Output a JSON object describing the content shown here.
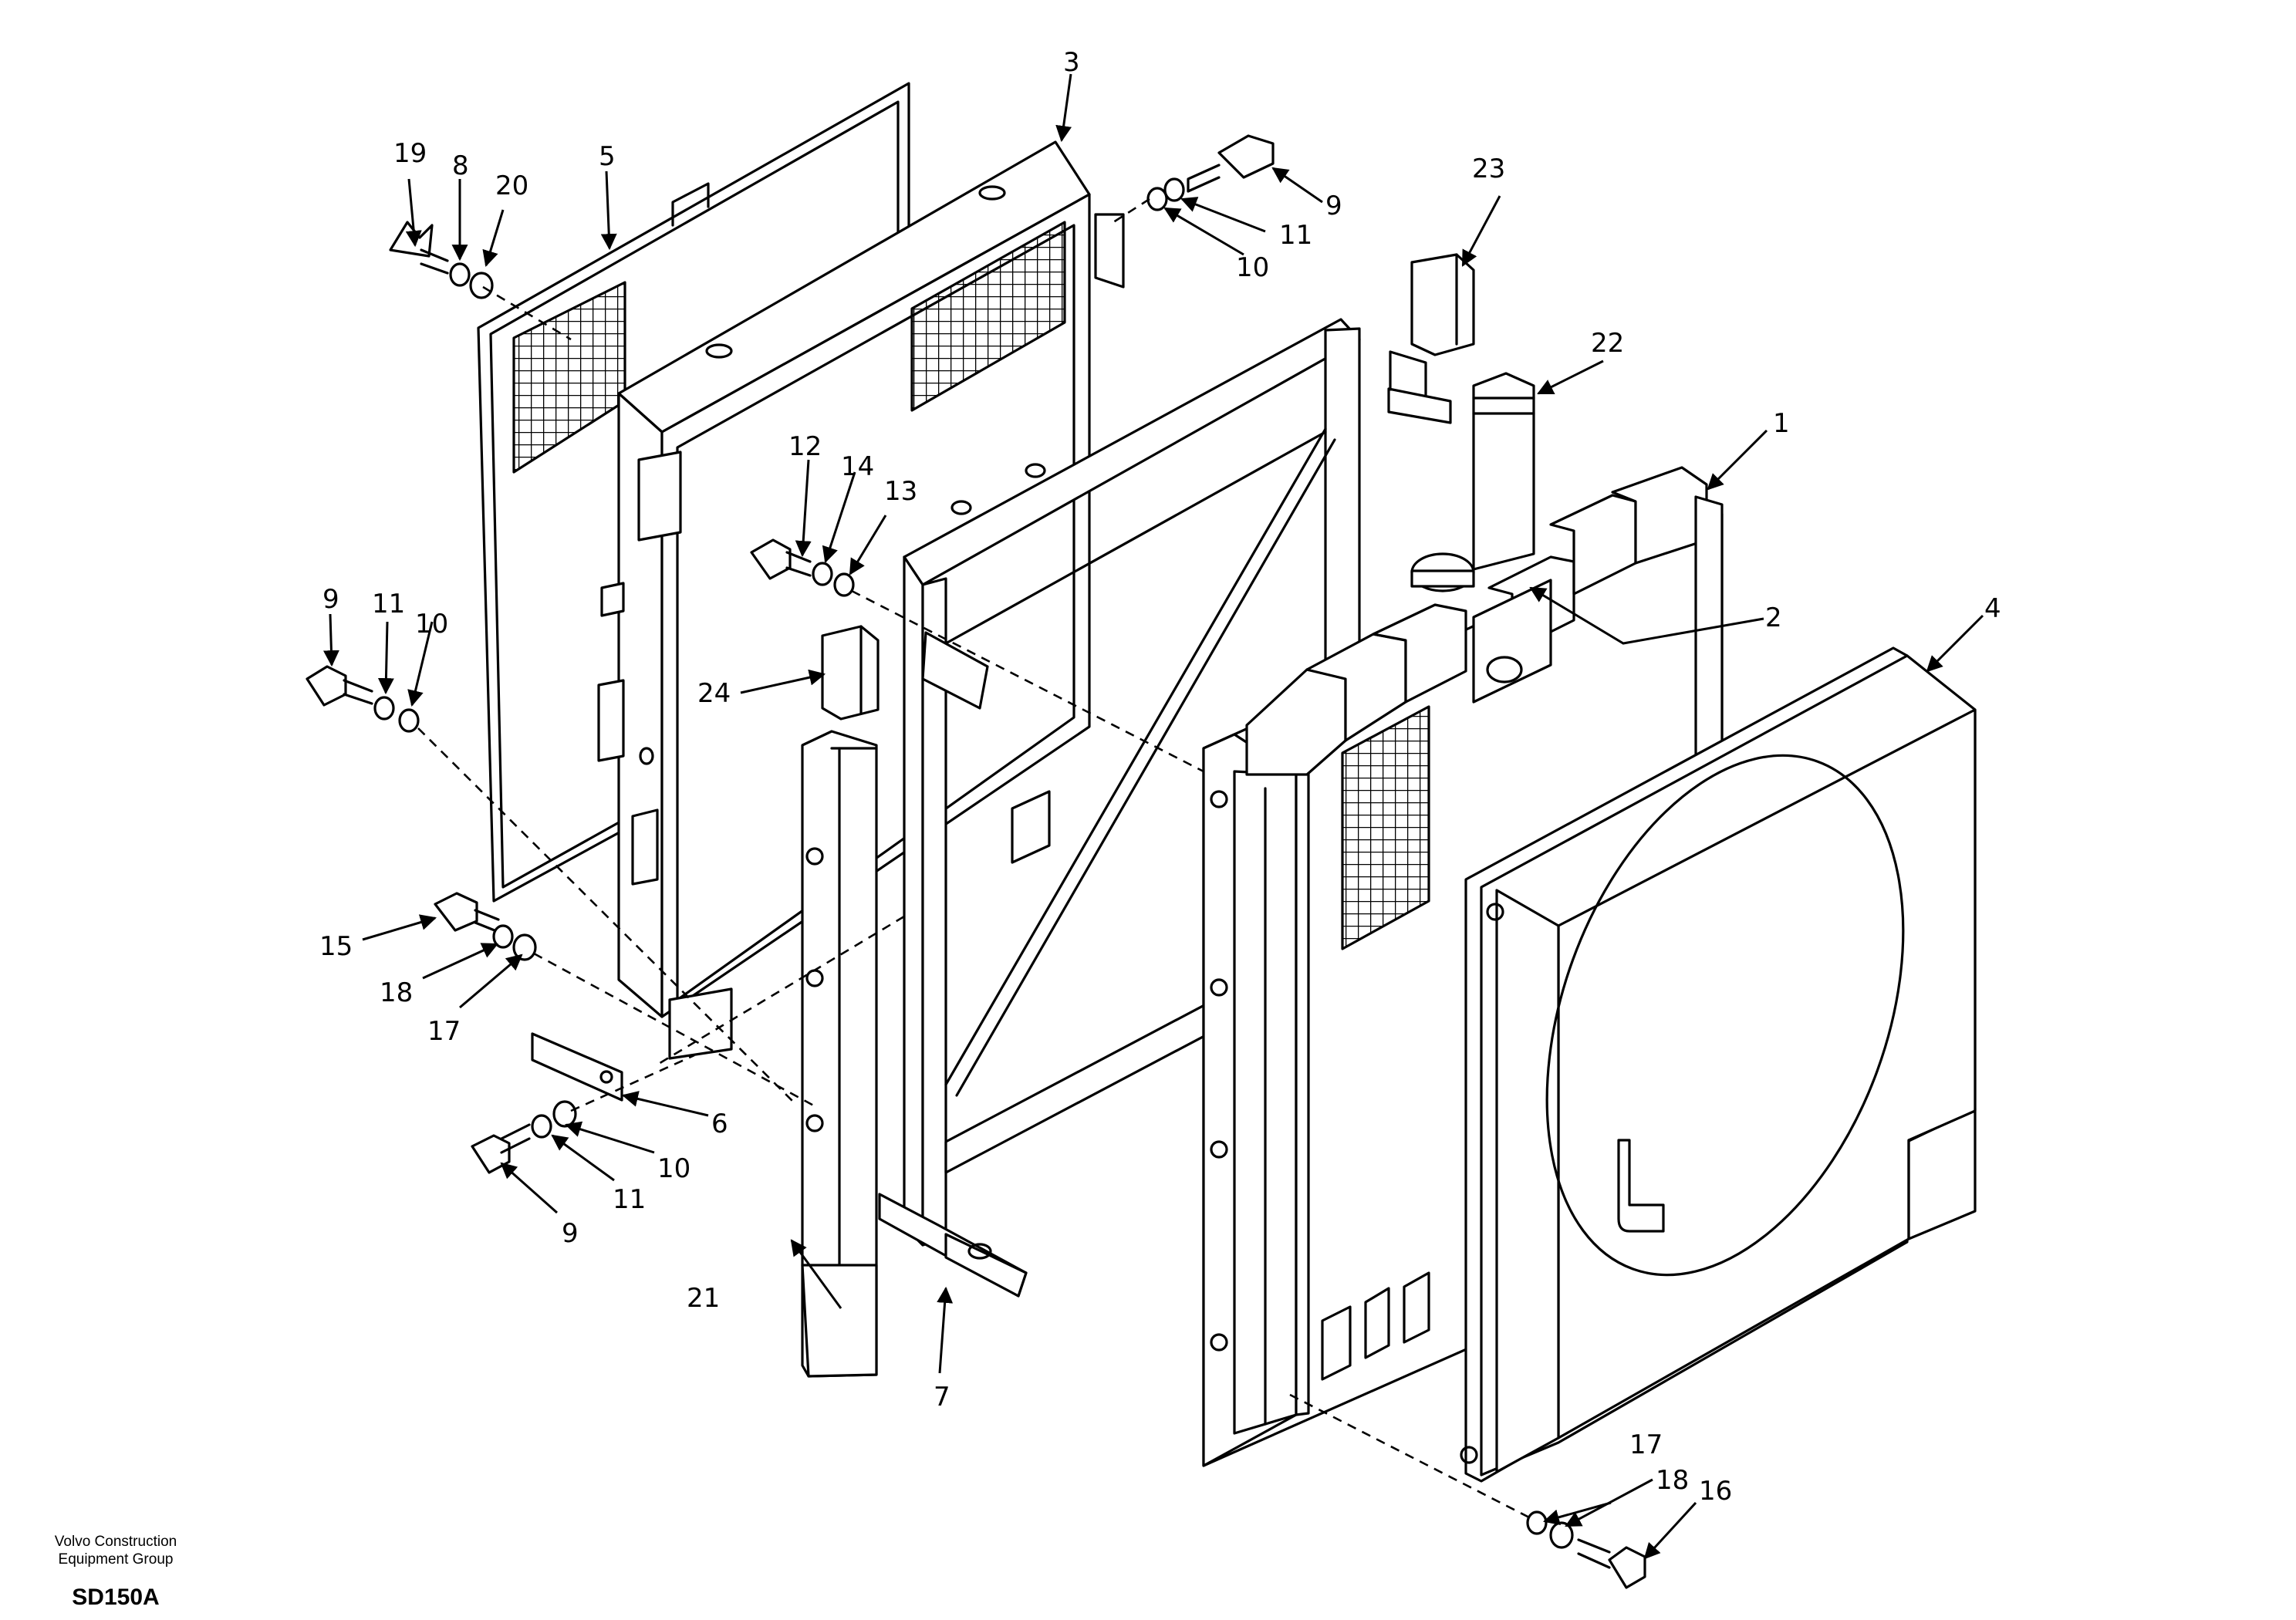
{
  "labels": [
    {
      "id": "p1",
      "text": "1"
    },
    {
      "id": "p2",
      "text": "2"
    },
    {
      "id": "p3",
      "text": "3"
    },
    {
      "id": "p4",
      "text": "4"
    },
    {
      "id": "p5",
      "text": "5"
    },
    {
      "id": "p6",
      "text": "6"
    },
    {
      "id": "p7",
      "text": "7"
    },
    {
      "id": "p8",
      "text": "8"
    },
    {
      "id": "p9a",
      "text": "9"
    },
    {
      "id": "p9b",
      "text": "9"
    },
    {
      "id": "p9c",
      "text": "9"
    },
    {
      "id": "p10a",
      "text": "10"
    },
    {
      "id": "p10b",
      "text": "10"
    },
    {
      "id": "p10c",
      "text": "10"
    },
    {
      "id": "p11a",
      "text": "11"
    },
    {
      "id": "p11b",
      "text": "11"
    },
    {
      "id": "p11c",
      "text": "11"
    },
    {
      "id": "p12",
      "text": "12"
    },
    {
      "id": "p13",
      "text": "13"
    },
    {
      "id": "p14",
      "text": "14"
    },
    {
      "id": "p15",
      "text": "15"
    },
    {
      "id": "p16",
      "text": "16"
    },
    {
      "id": "p17a",
      "text": "17"
    },
    {
      "id": "p17b",
      "text": "17"
    },
    {
      "id": "p18a",
      "text": "18"
    },
    {
      "id": "p18b",
      "text": "18"
    },
    {
      "id": "p19",
      "text": "19"
    },
    {
      "id": "p20",
      "text": "20"
    },
    {
      "id": "p21",
      "text": "21"
    },
    {
      "id": "p22",
      "text": "22"
    },
    {
      "id": "p23",
      "text": "23"
    },
    {
      "id": "p24",
      "text": "24"
    }
  ],
  "title_block": {
    "company_line1": "Volvo Construction",
    "company_line2": "Equipment Group",
    "drawing_code": "SD150A"
  }
}
